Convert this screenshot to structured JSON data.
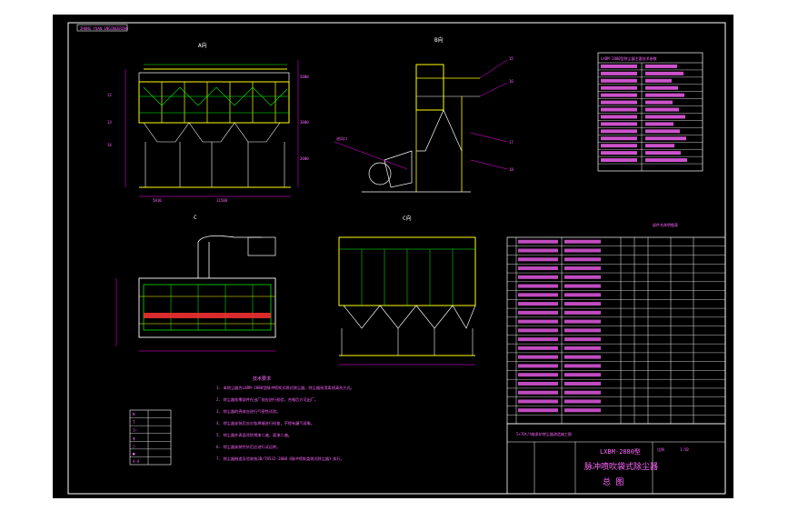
{
  "drawing": {
    "stamp": "ZHONG YUAN ENGINEERING",
    "notes_title": "技术要求",
    "notes": [
      "1. 本除尘器为LXBM-2880型脉冲喷吹式袋式除尘器，除尘器采用离线清灰方式。",
      "2. 除尘器各零部件在出厂前应进行检验，合格后方可出厂。",
      "3. 除尘器的壳体应进行气密性试验。",
      "4. 除尘器安装后应对各焊缝进行检查，不得有漏气现象。",
      "5. 除尘器外表面涂防锈漆二遍，面漆二遍。",
      "6. 除尘器安装完毕后应进行试运转。",
      "7. 除尘器制造及验收按JB/T8532-2008《脉冲喷吹类袋式除尘器》执行。"
    ],
    "view_labels": {
      "front": "A向",
      "side": "B向",
      "top": "C",
      "section": "C向"
    },
    "upper_table_title": "LXBM-2880型除尘器主要技术参数",
    "parts_table_title": "部件名称明细表",
    "title_block": {
      "model": "LXBM-2880型",
      "name": "脉冲喷吹袋式除尘器",
      "subtitle": "总 图",
      "project": "5×70t/h链条炉除尘器改造施工图",
      "scale_label": "比例",
      "scale": "1:50"
    },
    "legend_rows": [
      "M",
      "T",
      "1↑",
      "φ",
      "□",
      "■",
      "A-A"
    ],
    "parts_count": 20
  }
}
